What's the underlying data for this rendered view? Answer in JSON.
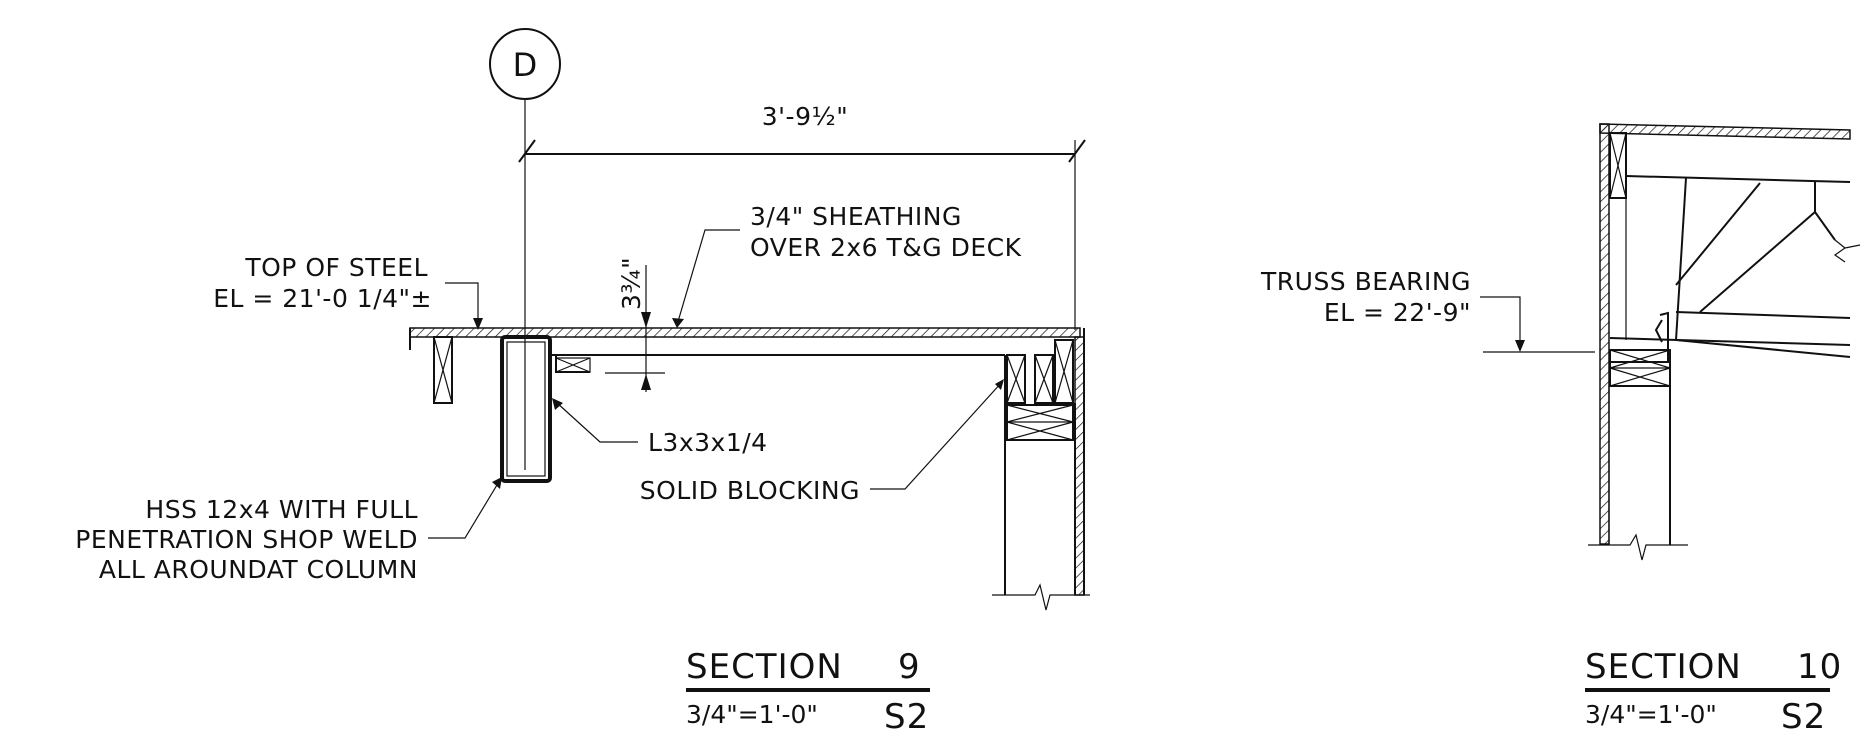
{
  "section9": {
    "grid_bubble": "D",
    "dimension_top": "3'-9½\"",
    "dimension_vertical": "3¾\"",
    "note_sheathing_1": "3/4\" SHEATHING",
    "note_sheathing_2": "OVER 2x6 T&G DECK",
    "top_of_steel_1": "TOP OF STEEL",
    "top_of_steel_2": "EL = 21'-0 1/4\"±",
    "angle_label": "L3x3x1/4",
    "blocking_label": "SOLID BLOCKING",
    "hss_1": "HSS 12x4 WITH FULL",
    "hss_2": "PENETRATION SHOP WELD",
    "hss_3": "ALL AROUNDAT COLUMN",
    "title": "SECTION",
    "number": "9",
    "scale": "3/4\"=1'-0\"",
    "sheet": "S2"
  },
  "section10": {
    "truss_1": "TRUSS BEARING",
    "truss_2": "EL =  22'-9\"",
    "title": "SECTION",
    "number": "10",
    "scale": "3/4\"=1'-0\"",
    "sheet": "S2"
  }
}
